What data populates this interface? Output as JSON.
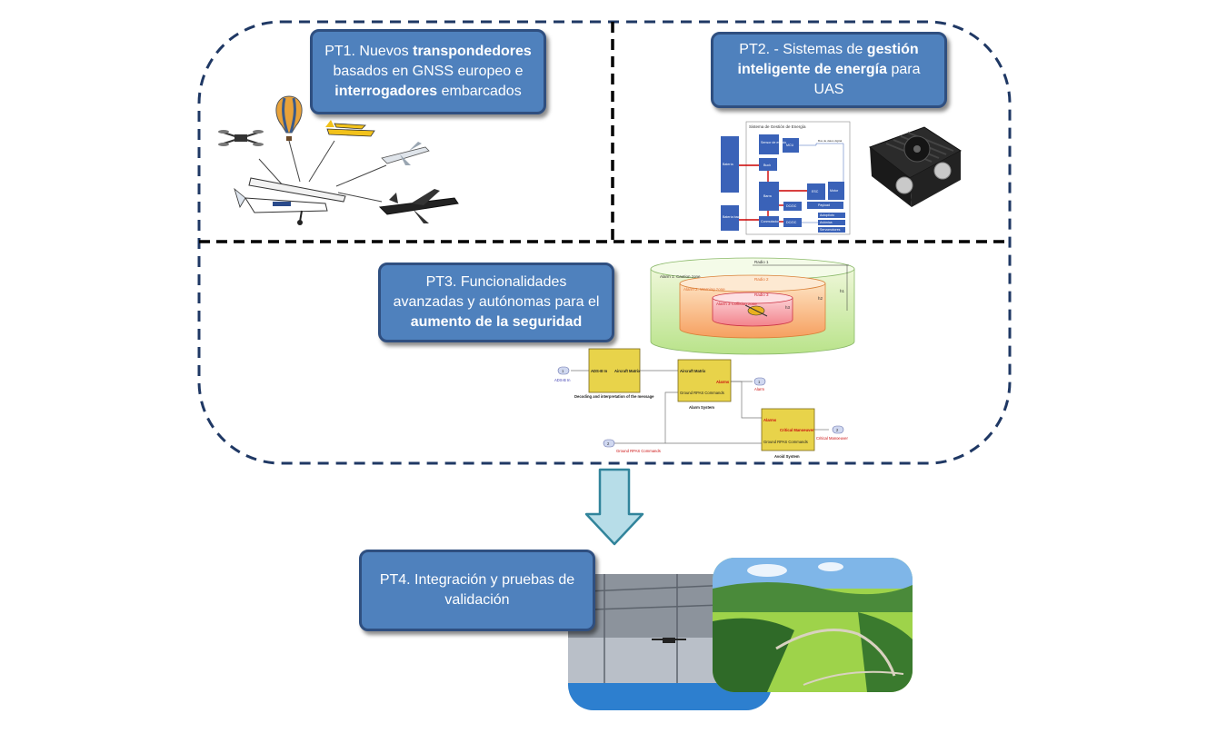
{
  "pt1": {
    "segments": [
      {
        "t": "PT1. Nuevos ",
        "b": false
      },
      {
        "t": "transpondedores",
        "b": true
      },
      {
        "t": " basados en GNSS europeo e ",
        "b": false
      },
      {
        "t": "interrogadores",
        "b": true
      },
      {
        "t": " embarcados",
        "b": false
      }
    ]
  },
  "pt2": {
    "segments": [
      {
        "t": "PT2. - Sistemas de ",
        "b": false
      },
      {
        "t": "gestión inteligente de energía",
        "b": true
      },
      {
        "t": " para UAS",
        "b": false
      }
    ],
    "diagram": {
      "title": "Sistema de Gestión de Energía",
      "bateria": "Batería",
      "bateria_backup": "Batería backup",
      "sensor": "Sensor de estado",
      "mcu": "MCU",
      "buck": "Buck",
      "barra": "Barra",
      "esc": "ESC",
      "motor": "Motor",
      "dcdc1": "DC/DC",
      "dcdc2": "DC/DC",
      "payload": "Payload",
      "autopiloto": "Autopiloto",
      "avionica": "Aviónica",
      "servomotores": "Servomotores",
      "conmutador": "Conmutador",
      "bus_label": "Bus de datos digital"
    }
  },
  "pt3": {
    "segments": [
      {
        "t": "PT3. Funcionalidades avanzadas y autónomas para el ",
        "b": false
      },
      {
        "t": "aumento de la seguridad",
        "b": true
      }
    ],
    "zones": {
      "radio1": "Radio 1",
      "radio2": "Radio 2",
      "radio3": "Radio 3",
      "alarm1": "Alarm 1: Caution zone",
      "alarm2": "Alarm 2: Warning zone",
      "alarm3": "Alarm 3 Collision zone",
      "h1": "h1",
      "h2": "h2",
      "h3": "h3"
    },
    "simulink": {
      "adsb_port": "1",
      "adsb_label": "ADS-B In",
      "block1_in": "ADS-B In",
      "block1_out": "Aircraft Matrix",
      "block1_caption": "Decoding and interpretation of the message",
      "block2_in1": "Aircraft Matrix",
      "block2_in2": "Ground RPAS Commands",
      "block2_out": "Alarms",
      "block2_caption": "Alarm System",
      "alarms_port": "1",
      "alarms_label": "Alarm",
      "block3_in1": "Alarms",
      "block3_in2": "Ground RPAS Commands",
      "block3_out": "Critical Manoeuver",
      "block3_caption": "Avoid System",
      "crit_port": "2",
      "crit_label": "Critical Manoeuver",
      "ground_port": "2",
      "ground_label": "Ground RPAS Commands"
    }
  },
  "pt4": {
    "segments": [
      {
        "t": "PT4. Integración y pruebas de validación",
        "b": false
      }
    ]
  },
  "colors": {
    "box_fill": "#4f81bd",
    "box_border": "#2f4f80",
    "arrow_fill": "#b7dde8",
    "arrow_stroke": "#31849b",
    "dash": "#1f3864"
  }
}
